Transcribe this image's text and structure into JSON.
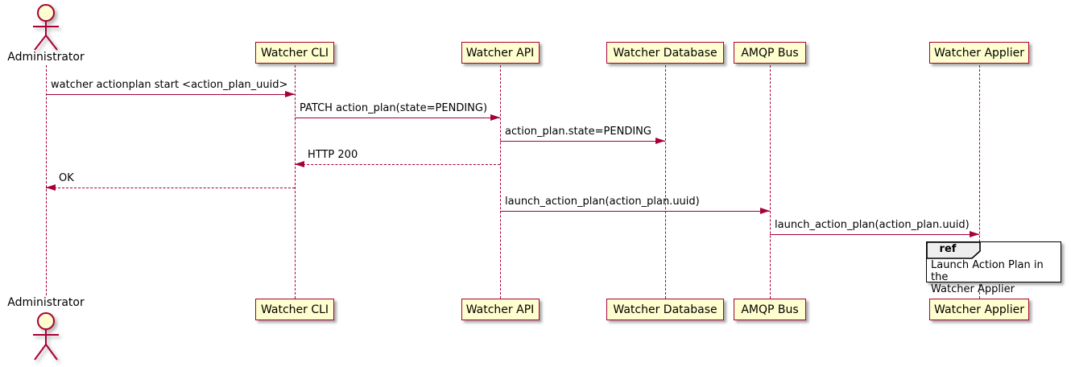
{
  "diagram": {
    "type": "sequence-diagram",
    "actor": {
      "id": "administrator",
      "label": "Administrator"
    },
    "participants": [
      {
        "id": "watcher-cli",
        "label": "Watcher CLI"
      },
      {
        "id": "watcher-api",
        "label": "Watcher API"
      },
      {
        "id": "watcher-database",
        "label": "Watcher Database"
      },
      {
        "id": "amqp-bus",
        "label": "AMQP Bus"
      },
      {
        "id": "watcher-applier",
        "label": "Watcher Applier"
      }
    ],
    "messages": [
      {
        "from": "administrator",
        "to": "watcher-cli",
        "label": "watcher actionplan start <action_plan_uuid>",
        "line": "solid"
      },
      {
        "from": "watcher-cli",
        "to": "watcher-api",
        "label": "PATCH action_plan(state=PENDING)",
        "line": "solid"
      },
      {
        "from": "watcher-api",
        "to": "watcher-database",
        "label": "action_plan.state=PENDING",
        "line": "solid"
      },
      {
        "from": "watcher-api",
        "to": "watcher-cli",
        "label": "HTTP 200",
        "line": "dashed"
      },
      {
        "from": "watcher-cli",
        "to": "administrator",
        "label": "OK",
        "line": "dashed"
      },
      {
        "from": "watcher-api",
        "to": "amqp-bus",
        "label": "launch_action_plan(action_plan.uuid)",
        "line": "solid"
      },
      {
        "from": "amqp-bus",
        "to": "watcher-applier",
        "label": "launch_action_plan(action_plan.uuid)",
        "line": "solid"
      }
    ],
    "ref": {
      "keyword": "ref",
      "over": "watcher-applier",
      "text": "Launch Action Plan in the\nWatcher Applier"
    },
    "colors": {
      "participant_fill": "#FEFECE",
      "participant_border": "#A80036",
      "lifeline": "#A80036",
      "arrow": "#A80036",
      "text": "#000000",
      "ref_border": "#000000",
      "ref_header_fill": "#EEEEEE",
      "background": "#FFFFFF"
    }
  }
}
